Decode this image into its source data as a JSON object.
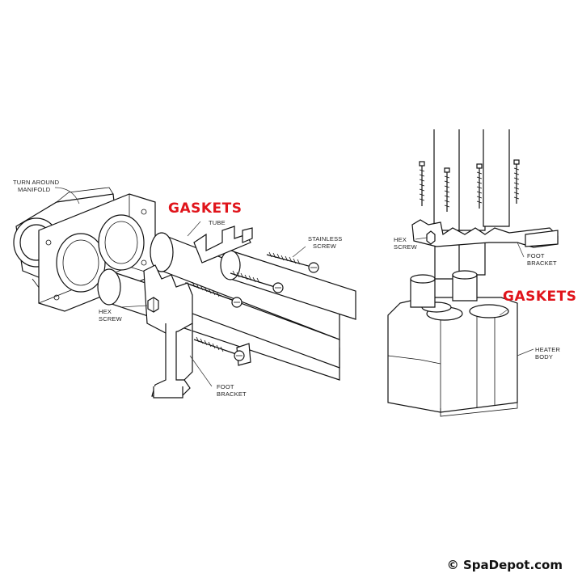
{
  "left": {
    "turn_around_line1": "TURN AROUND",
    "turn_around_line2": "MANIFOLD",
    "gaskets": "GASKETS",
    "tube": "TUBE",
    "stainless_line1": "STAINLESS",
    "stainless_line2": "SCREW",
    "hex_line1": "HEX",
    "hex_line2": "SCREW",
    "foot_line1": "FOOT",
    "foot_line2": "BRACKET"
  },
  "right": {
    "hex_line1": "HEX",
    "hex_line2": "SCREW",
    "foot_line1": "FOOT",
    "foot_line2": "BRACKET",
    "gaskets": "GASKETS",
    "heater_line1": "HEATER",
    "heater_line2": "BODY"
  },
  "copyright": "© SpaDepot.com",
  "colors": {
    "gasket_label": "#e0141b",
    "line": "#111111",
    "background": "#ffffff"
  }
}
